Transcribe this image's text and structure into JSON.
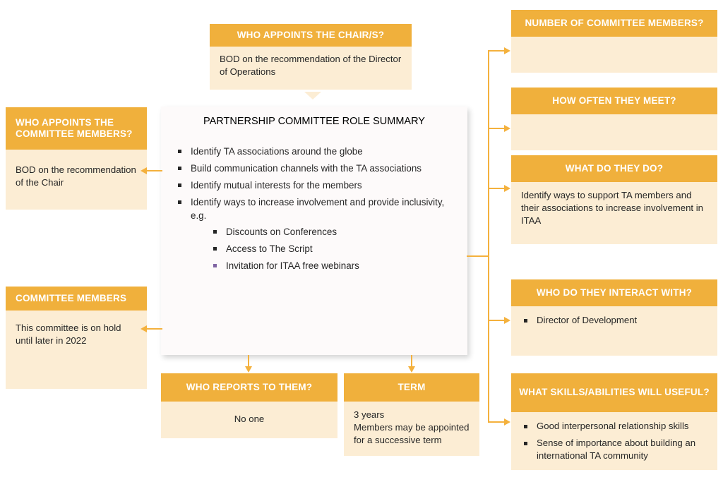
{
  "theme": {
    "header_color": "#F0B03C",
    "body_color": "#FCEDD4",
    "connector_color": "#F4B13D",
    "main_body_color": "#FDFAFA",
    "text_color": "#262626",
    "header_text_color": "#FFFFFF",
    "purple_bullet_color": "#8064A2"
  },
  "main": {
    "title": "PARTNERSHIP COMMITTEE ROLE SUMMARY",
    "bullets": [
      "Identify TA associations around the globe",
      "Build communication channels with the TA associations",
      "Identify mutual interests for the members",
      "Identify ways to increase involvement and provide inclusivity, e.g."
    ],
    "sub_bullets": [
      "Discounts on Conferences",
      "Access to The Script",
      "Invitation for ITAA free webinars"
    ]
  },
  "top": {
    "title": "WHO APPOINTS THE CHAIR/S?",
    "body": "BOD on the recommendation of the Director of Operations"
  },
  "left": [
    {
      "title": "WHO APPOINTS THE COMMITTEE MEMBERS?",
      "body": "BOD on the recommendation of the Chair"
    },
    {
      "title": "COMMITTEE MEMBERS",
      "body": "This committee is on hold until later in 2022"
    }
  ],
  "bottom": [
    {
      "title": "WHO REPORTS TO THEM?",
      "body": "No one"
    },
    {
      "title": "TERM",
      "body": "3 years\nMembers may be appointed for a successive term"
    }
  ],
  "right": [
    {
      "title": "NUMBER OF COMMITTEE MEMBERS?",
      "body": ""
    },
    {
      "title": "HOW OFTEN THEY MEET?",
      "body": ""
    },
    {
      "title": "WHAT DO THEY DO?",
      "body": "Identify ways to support TA members and their associations to increase involvement in ITAA"
    },
    {
      "title": "WHO DO THEY INTERACT WITH?",
      "bullets": [
        "Director of Development"
      ]
    },
    {
      "title": "WHAT SKILLS/ABILITIES WILL USEFUL?",
      "bullets": [
        "Good interpersonal relationship skills",
        "Sense of importance about building an international TA community"
      ]
    }
  ]
}
